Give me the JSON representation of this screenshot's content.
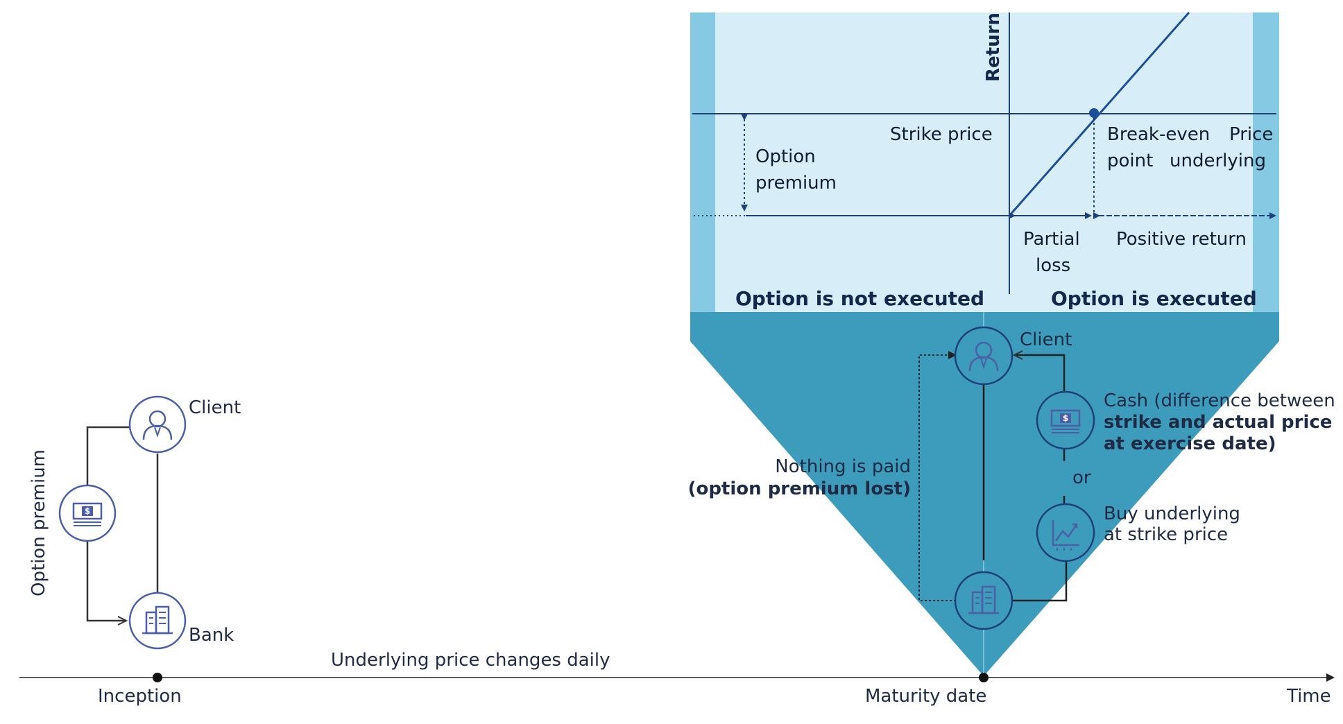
{
  "payoff_panel": {
    "axis_y_label": "Return",
    "strike_price": "Strike price",
    "option_premium_1": "Option",
    "option_premium_2": "premium",
    "break_even_1": "Break-even",
    "break_even_2": "point",
    "price_underlying_1": "Price",
    "price_underlying_2": "underlying",
    "partial_loss_1": "Partial",
    "partial_loss_2": "loss",
    "positive_return": "Positive return",
    "not_executed": "Option is not executed",
    "executed": "Option is executed"
  },
  "maturity_flows": {
    "client": "Client",
    "cash_1": "Cash (difference between",
    "cash_2": "strike and actual price",
    "cash_3": "at exercise date)",
    "or": "or",
    "buy_1": "Buy underlying",
    "buy_2": "at strike price",
    "nothing_paid_1": "Nothing is paid",
    "nothing_paid_2": "(option premium lost)"
  },
  "inception_flows": {
    "client": "Client",
    "bank": "Bank",
    "option_premium": "Option premium"
  },
  "timeline": {
    "underlying_changes": "Underlying price changes daily",
    "inception": "Inception",
    "maturity": "Maturity date",
    "time": "Time"
  },
  "colors": {
    "panel_light": "#d7edf8",
    "panel_side": "#86c9e3",
    "funnel": "#3d9cbc",
    "navy": "#1d4f96",
    "icon": "#4b5fa6"
  }
}
